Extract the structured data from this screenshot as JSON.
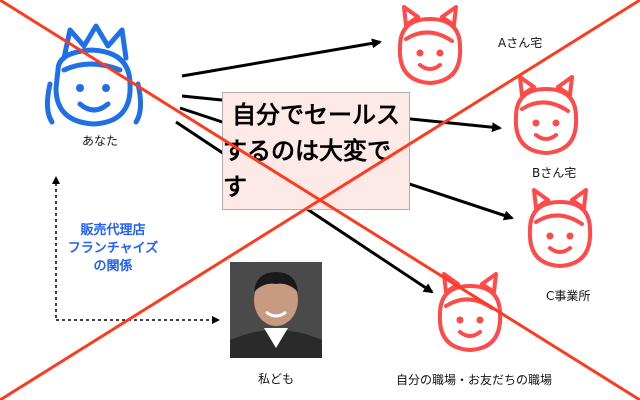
{
  "diagram": {
    "you_label": "あなた",
    "self_label": "私ども",
    "targets": [
      {
        "label": "Aさん宅"
      },
      {
        "label": "Bさん宅"
      },
      {
        "label": "C事業所"
      },
      {
        "label": "自分の職場・お友だちの職場"
      }
    ],
    "relationship_note": [
      "販売代理店",
      "フランチャイズ",
      "の関係"
    ],
    "callout": [
      "自分でセールス",
      "するのは大変です"
    ]
  },
  "colors": {
    "icon_blue": "#1f6fe8",
    "icon_red": "#ff4a4a",
    "note_blue": "#2060ff",
    "cross_red": "#ff3b1f",
    "callout_bg": "#fde9e6"
  }
}
